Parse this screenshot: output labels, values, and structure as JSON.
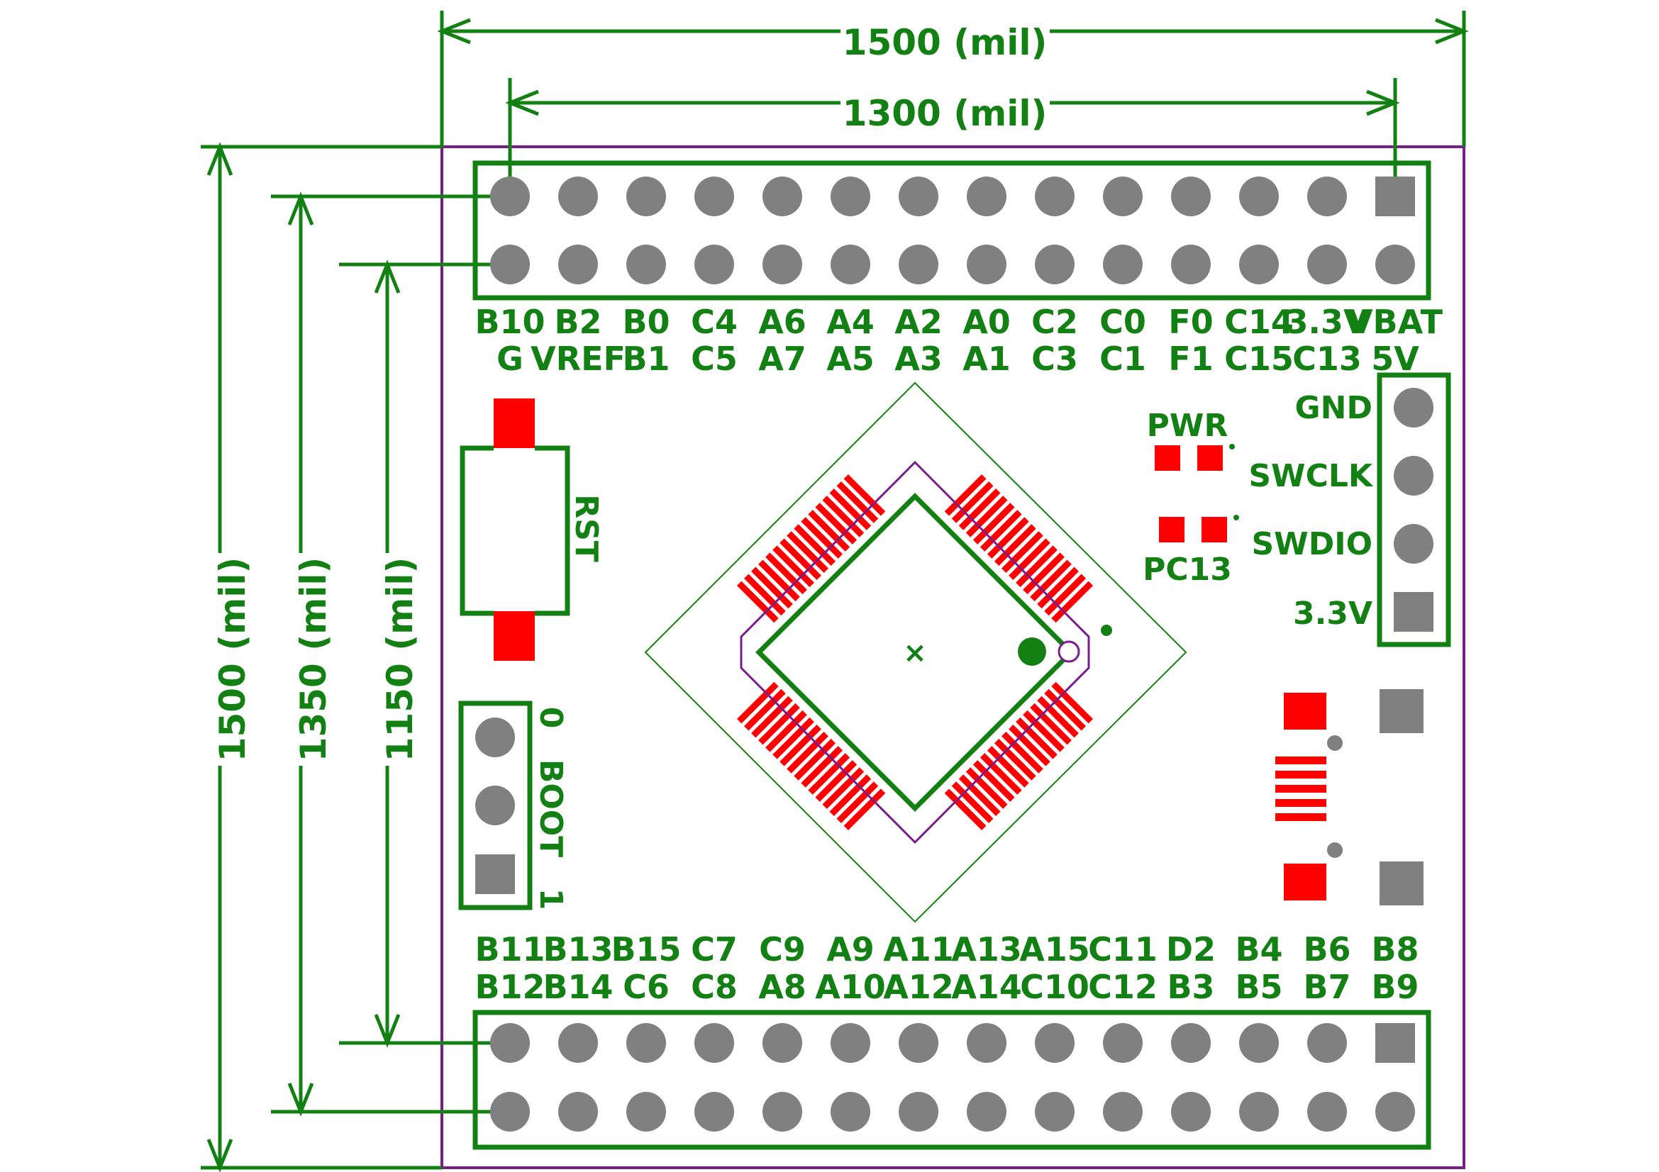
{
  "colors": {
    "silk": "#128012",
    "outline": "#7a1d8c",
    "pad": "#ff0000",
    "pin": "#808080",
    "background": "#ffffff"
  },
  "dimensions": {
    "width_outer": "1500 (mil)",
    "width_inner": "1300 (mil)",
    "height_outer": "1500 (mil)",
    "height_mid": "1350 (mil)",
    "height_inner": "1150 (mil)"
  },
  "top_header": {
    "labels_row1": [
      "B10",
      "B2",
      "B0",
      "C4",
      "A6",
      "A4",
      "A2",
      "A0",
      "C2",
      "C0",
      "F0",
      "C14",
      "3.3V",
      "VBAT"
    ],
    "labels_row2": [
      "G",
      "VREF",
      "B1",
      "C5",
      "A7",
      "A5",
      "A3",
      "A1",
      "C3",
      "C1",
      "F1",
      "C15",
      "C13",
      "5V"
    ]
  },
  "bottom_header": {
    "labels_row1": [
      "B11",
      "B13",
      "B15",
      "C7",
      "C9",
      "A9",
      "A11",
      "A13",
      "A15",
      "C11",
      "D2",
      "B4",
      "B6",
      "B8"
    ],
    "labels_row2": [
      "B12",
      "B14",
      "C6",
      "C8",
      "A8",
      "A10",
      "A12",
      "A14",
      "C10",
      "C12",
      "B3",
      "B5",
      "B7",
      "B9"
    ]
  },
  "swd_header": {
    "labels": [
      "GND",
      "SWCLK",
      "SWDIO",
      "3.3V"
    ]
  },
  "reset": {
    "label": "RST"
  },
  "boot": {
    "label": "BOOT",
    "pin0": "0",
    "pin1": "1"
  },
  "leds": {
    "power": "PWR",
    "user": "PC13"
  },
  "chip": {
    "center_mark": "×"
  }
}
